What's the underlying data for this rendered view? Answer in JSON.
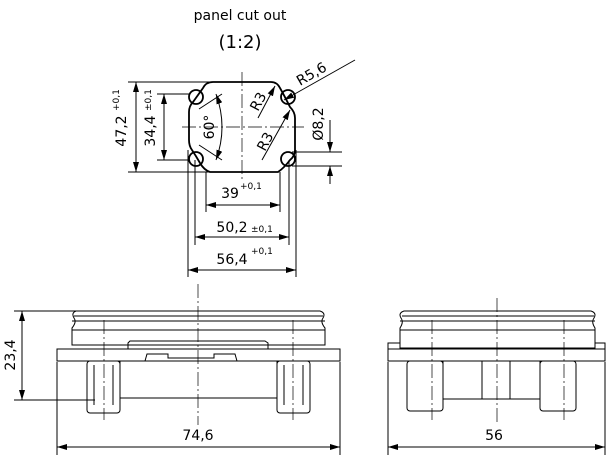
{
  "title": "panel cut out",
  "scale": "(1:2)",
  "cutout_dims": {
    "height_outer": "47,2",
    "height_outer_tol": "+0,1",
    "height_inner": "34,4",
    "height_inner_tol": "±0,1",
    "width_inner": "39",
    "width_inner_tol": "+0,1",
    "hole_spacing": "50,2",
    "hole_spacing_tol": "±0,1",
    "width_outer": "56,4",
    "width_outer_tol": "+0,1",
    "hole_radius": "R5,6",
    "hole_diameter": "Ø8,2",
    "corner_radius_1": "R3",
    "corner_radius_2": "R3",
    "angle": "60°"
  },
  "front_view": {
    "height": "23,4",
    "width": "74,6"
  },
  "side_view": {
    "width": "56"
  }
}
